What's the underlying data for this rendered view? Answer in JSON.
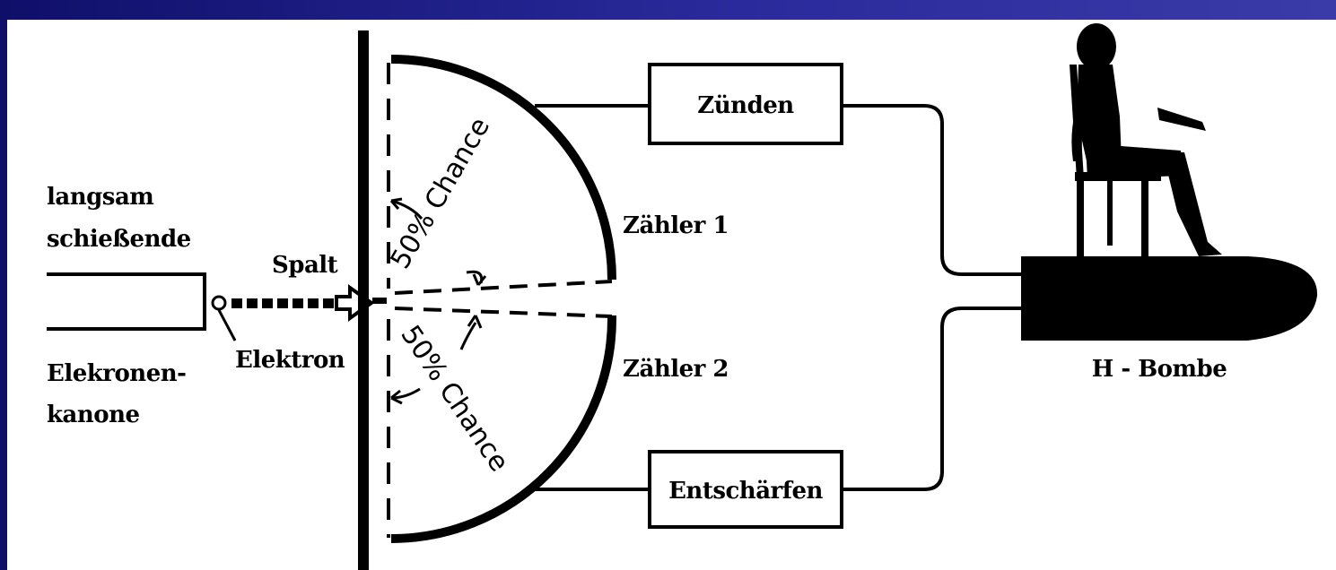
{
  "colors": {
    "frame": "#1e1e86",
    "panel": "#ffffff",
    "ink": "#000000"
  },
  "labels": {
    "gun_line1": "langsam",
    "gun_line2": "schießende",
    "gun_line3": "Elekronen-",
    "gun_line4": "kanone",
    "slit": "Spalt",
    "electron": "Elektron",
    "counter1": "Zähler 1",
    "counter2": "Zähler 2",
    "detonate": "Zünden",
    "defuse": "Entschärfen",
    "bomb": "H - Bombe",
    "chance_upper": "50% Chance",
    "chance_lower": "50% Chance"
  },
  "icons": [
    "electron-gun-icon",
    "electron-icon",
    "arrow-icon",
    "seated-person-icon",
    "bomb-icon"
  ]
}
